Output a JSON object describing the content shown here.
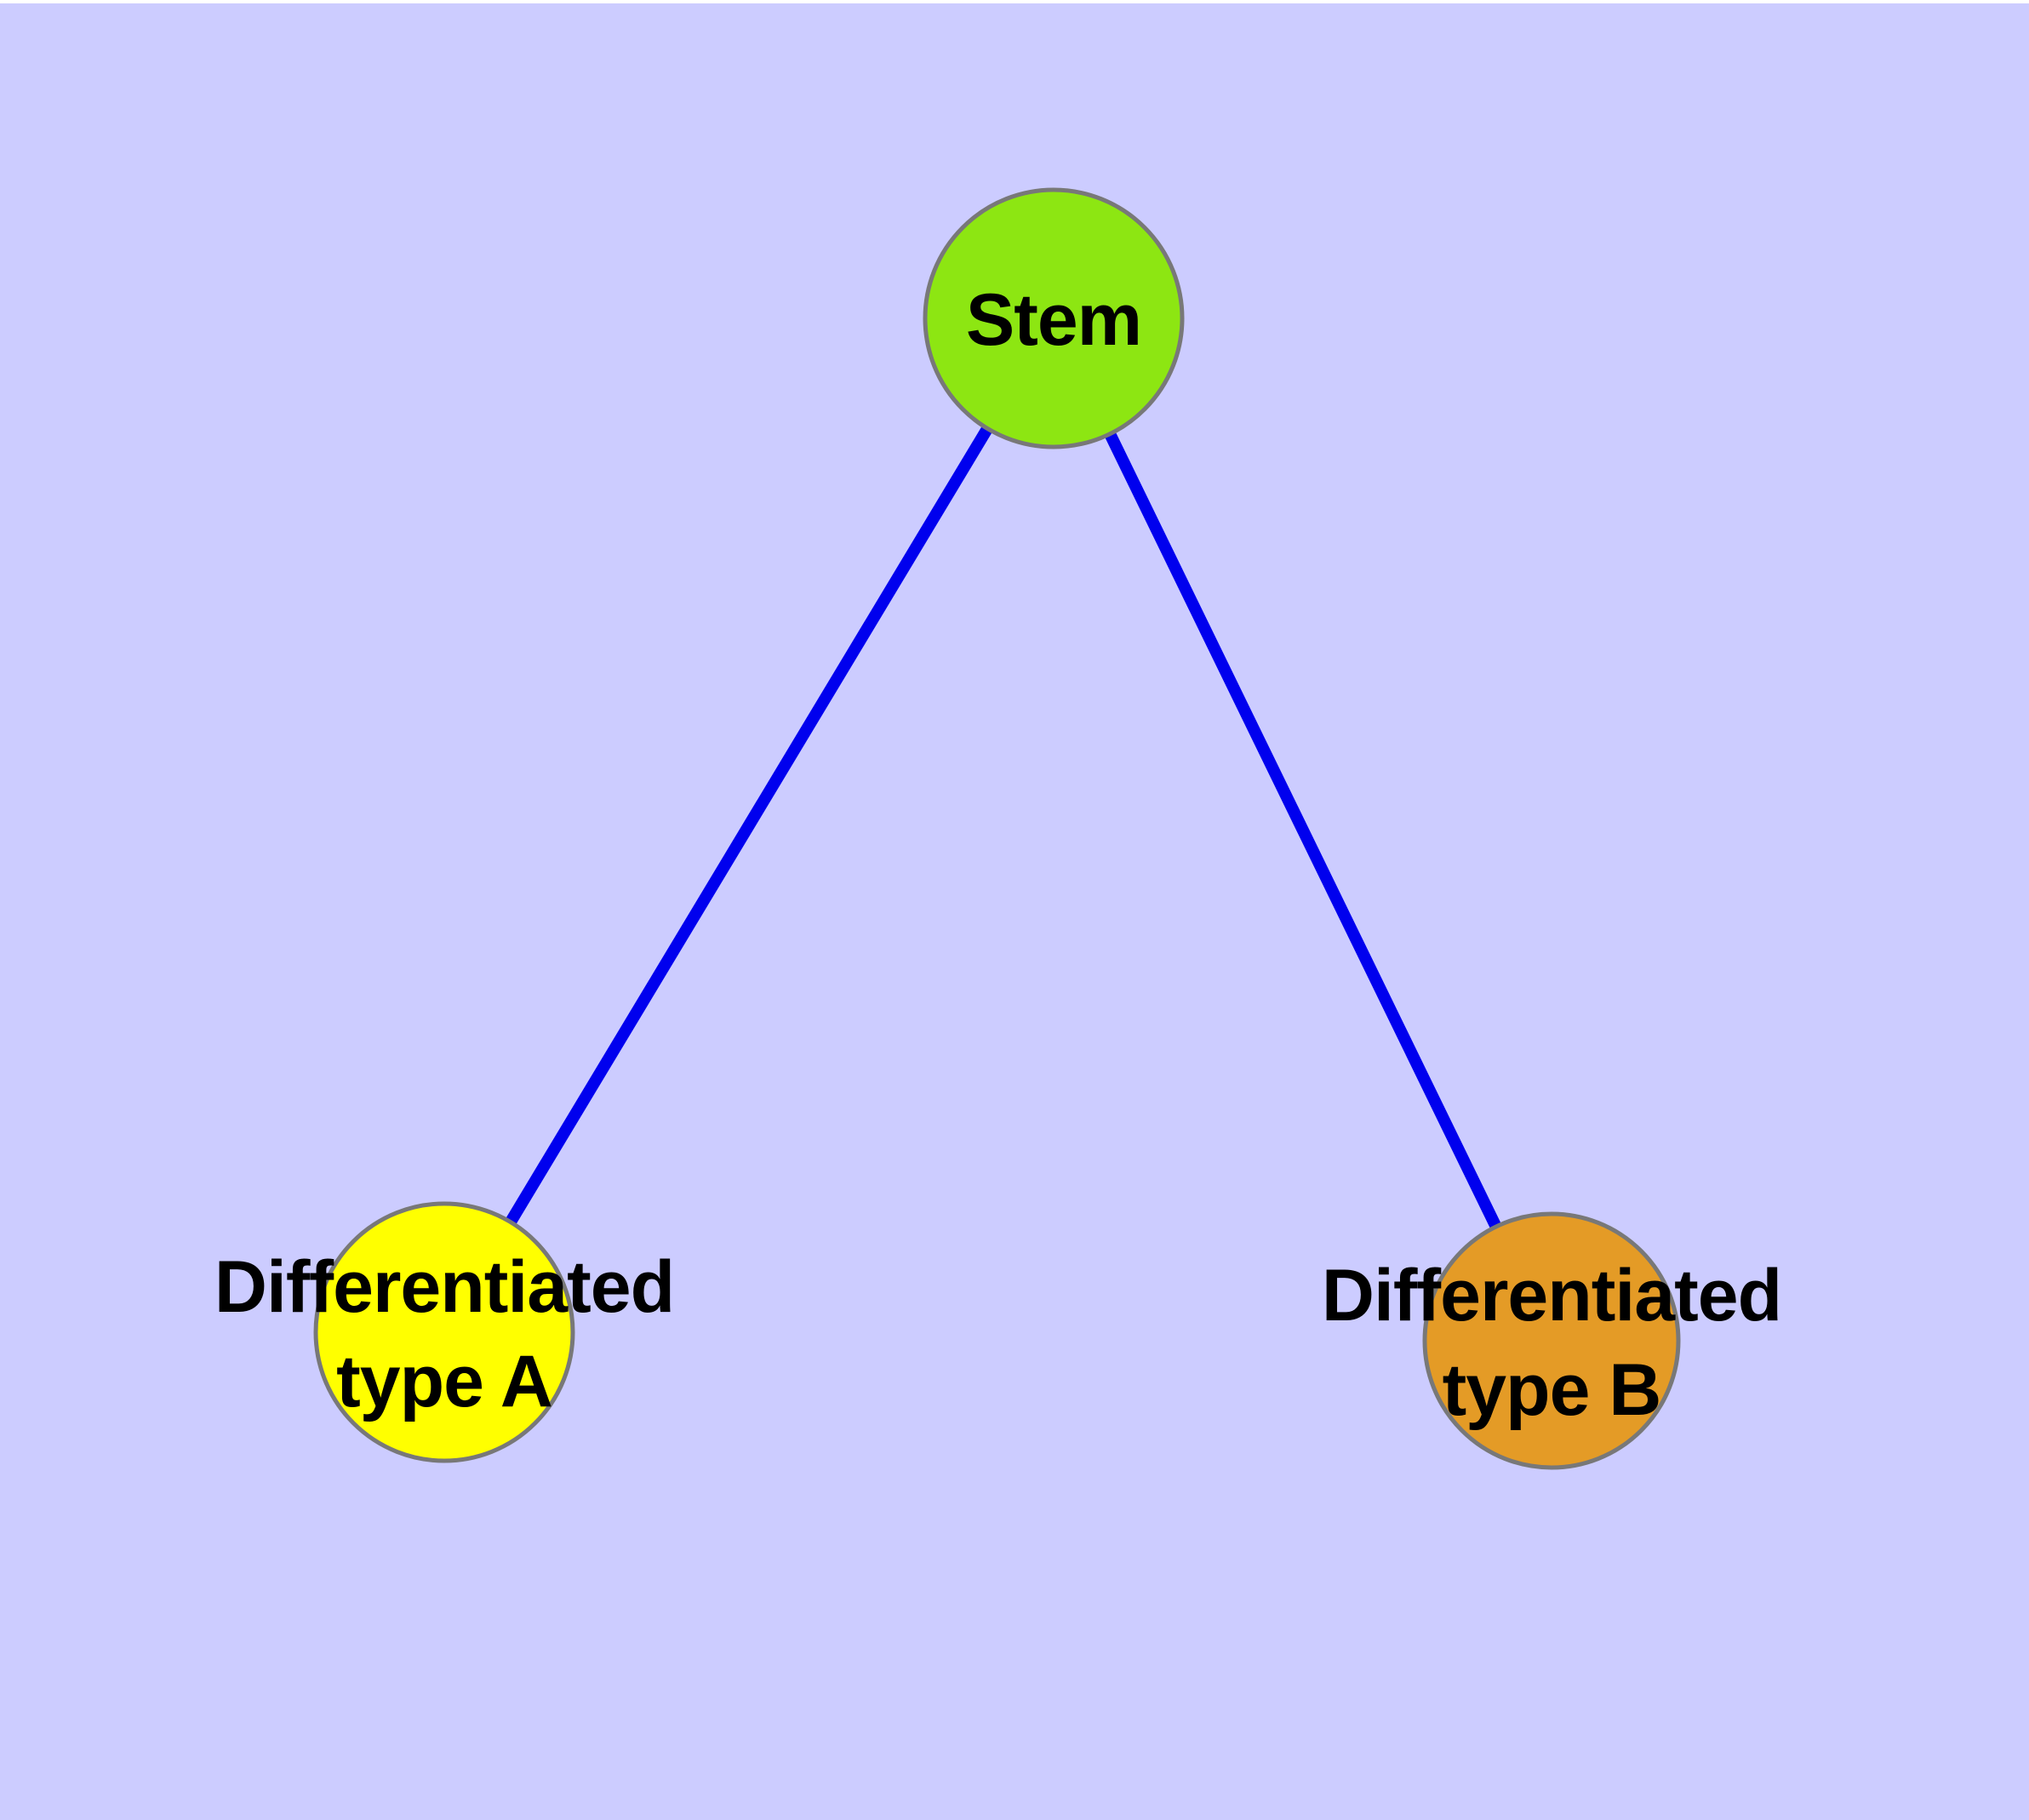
{
  "diagram": {
    "type": "graph",
    "background_color": "#CCCCFF",
    "top_margin_color": "#FFFFFF",
    "node_border_color": "#787878",
    "edge_color": "#0000EE",
    "label_color": "#000000",
    "nodes": {
      "stem": {
        "id": "stem",
        "label": "Stem",
        "fill": "#8DE612"
      },
      "type_a": {
        "id": "type_a",
        "label_line1": "Differentiated",
        "label_line2": "type A",
        "fill": "#FFFF00"
      },
      "type_b": {
        "id": "type_b",
        "label_line1": "Differentiated",
        "label_line2": "type B",
        "fill": "#E49B26"
      }
    },
    "edges": [
      {
        "from": "Stem",
        "to": "Differentiated type A"
      },
      {
        "from": "Stem",
        "to": "Differentiated type B"
      }
    ]
  }
}
